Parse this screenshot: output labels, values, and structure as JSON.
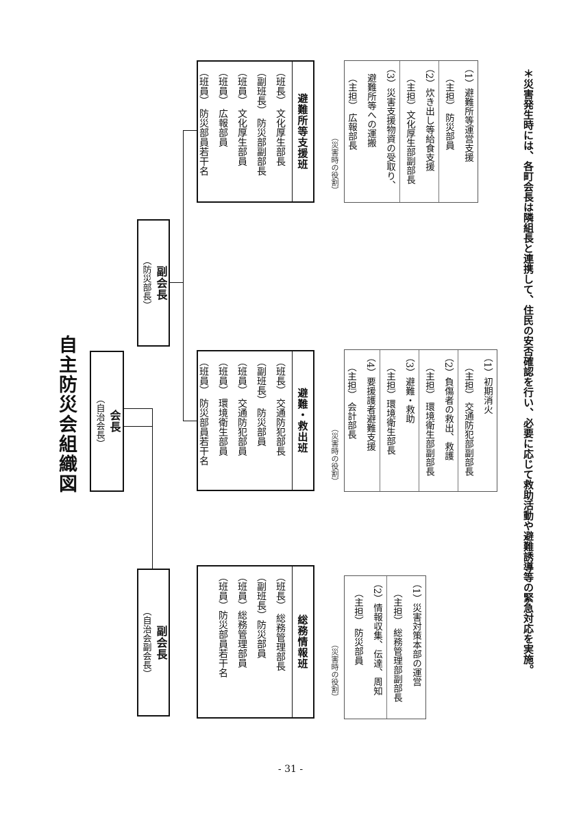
{
  "title": "自主防災会組織図",
  "president": {
    "title": "会長",
    "sub": "（自治会長）"
  },
  "vp_left": {
    "title": "副会長",
    "sub": "（自治会副会長）"
  },
  "vp_right": {
    "title": "副会長",
    "sub": "（防災部長）"
  },
  "team_general": {
    "name": "総務情報班",
    "members": [
      "（班長） 総務管理部長",
      "（副班長）防災部員",
      "（班員）総務管理部員",
      "（班員）防災部員若干名"
    ]
  },
  "team_rescue": {
    "name": "避難・救出班",
    "members": [
      "（班長） 交通防犯部長",
      "（副班長） 防災部員",
      "（班員） 交通防犯部員",
      "（班員） 環境衛生部員",
      "（班員） 防災部員若干名"
    ]
  },
  "team_shelter": {
    "name": "避難所等支援班",
    "members": [
      "（班長） 文化厚生部長",
      "（副班長） 防災部副部長",
      "（班員） 文化厚生部員",
      "（班員） 広報部員",
      "（班員） 防災部員若干名"
    ]
  },
  "role_caption": "（災害時の役割）",
  "roles_general": [
    [
      "（1）災害対策本部の運営",
      "（主担） 総務管理部副部長"
    ],
    [
      "（2）情報収集、伝達、周知",
      "（主担） 防災部員"
    ]
  ],
  "roles_rescue": [
    [
      "（1）初期消火",
      "（主担） 交通防犯部副部長"
    ],
    [
      "（2）負傷者の救出、救護",
      "（主担） 環境衛生部副部長"
    ],
    [
      "（3）避難・救助",
      "（主担）環境衛生部長"
    ],
    [
      "（4）要援護者避難支援",
      "（主担） 会計部長"
    ]
  ],
  "roles_shelter": [
    [
      "（1）避難所等運営支援",
      "（主担） 防災部員"
    ],
    [
      "（2）炊き出し等給食支援",
      "（主担）文化厚生部副部長"
    ],
    [
      "（3）災害支援物資の受取り、",
      "避難所等への運搬",
      "（主担） 広報部長"
    ]
  ],
  "footnote": "＊災害発生時には、各町会長は隣組長と連携して、住民の安否確認を行い、必要に応じて救助活動や避難誘導等の緊急対応を実施。",
  "page_number": "- 31 -"
}
